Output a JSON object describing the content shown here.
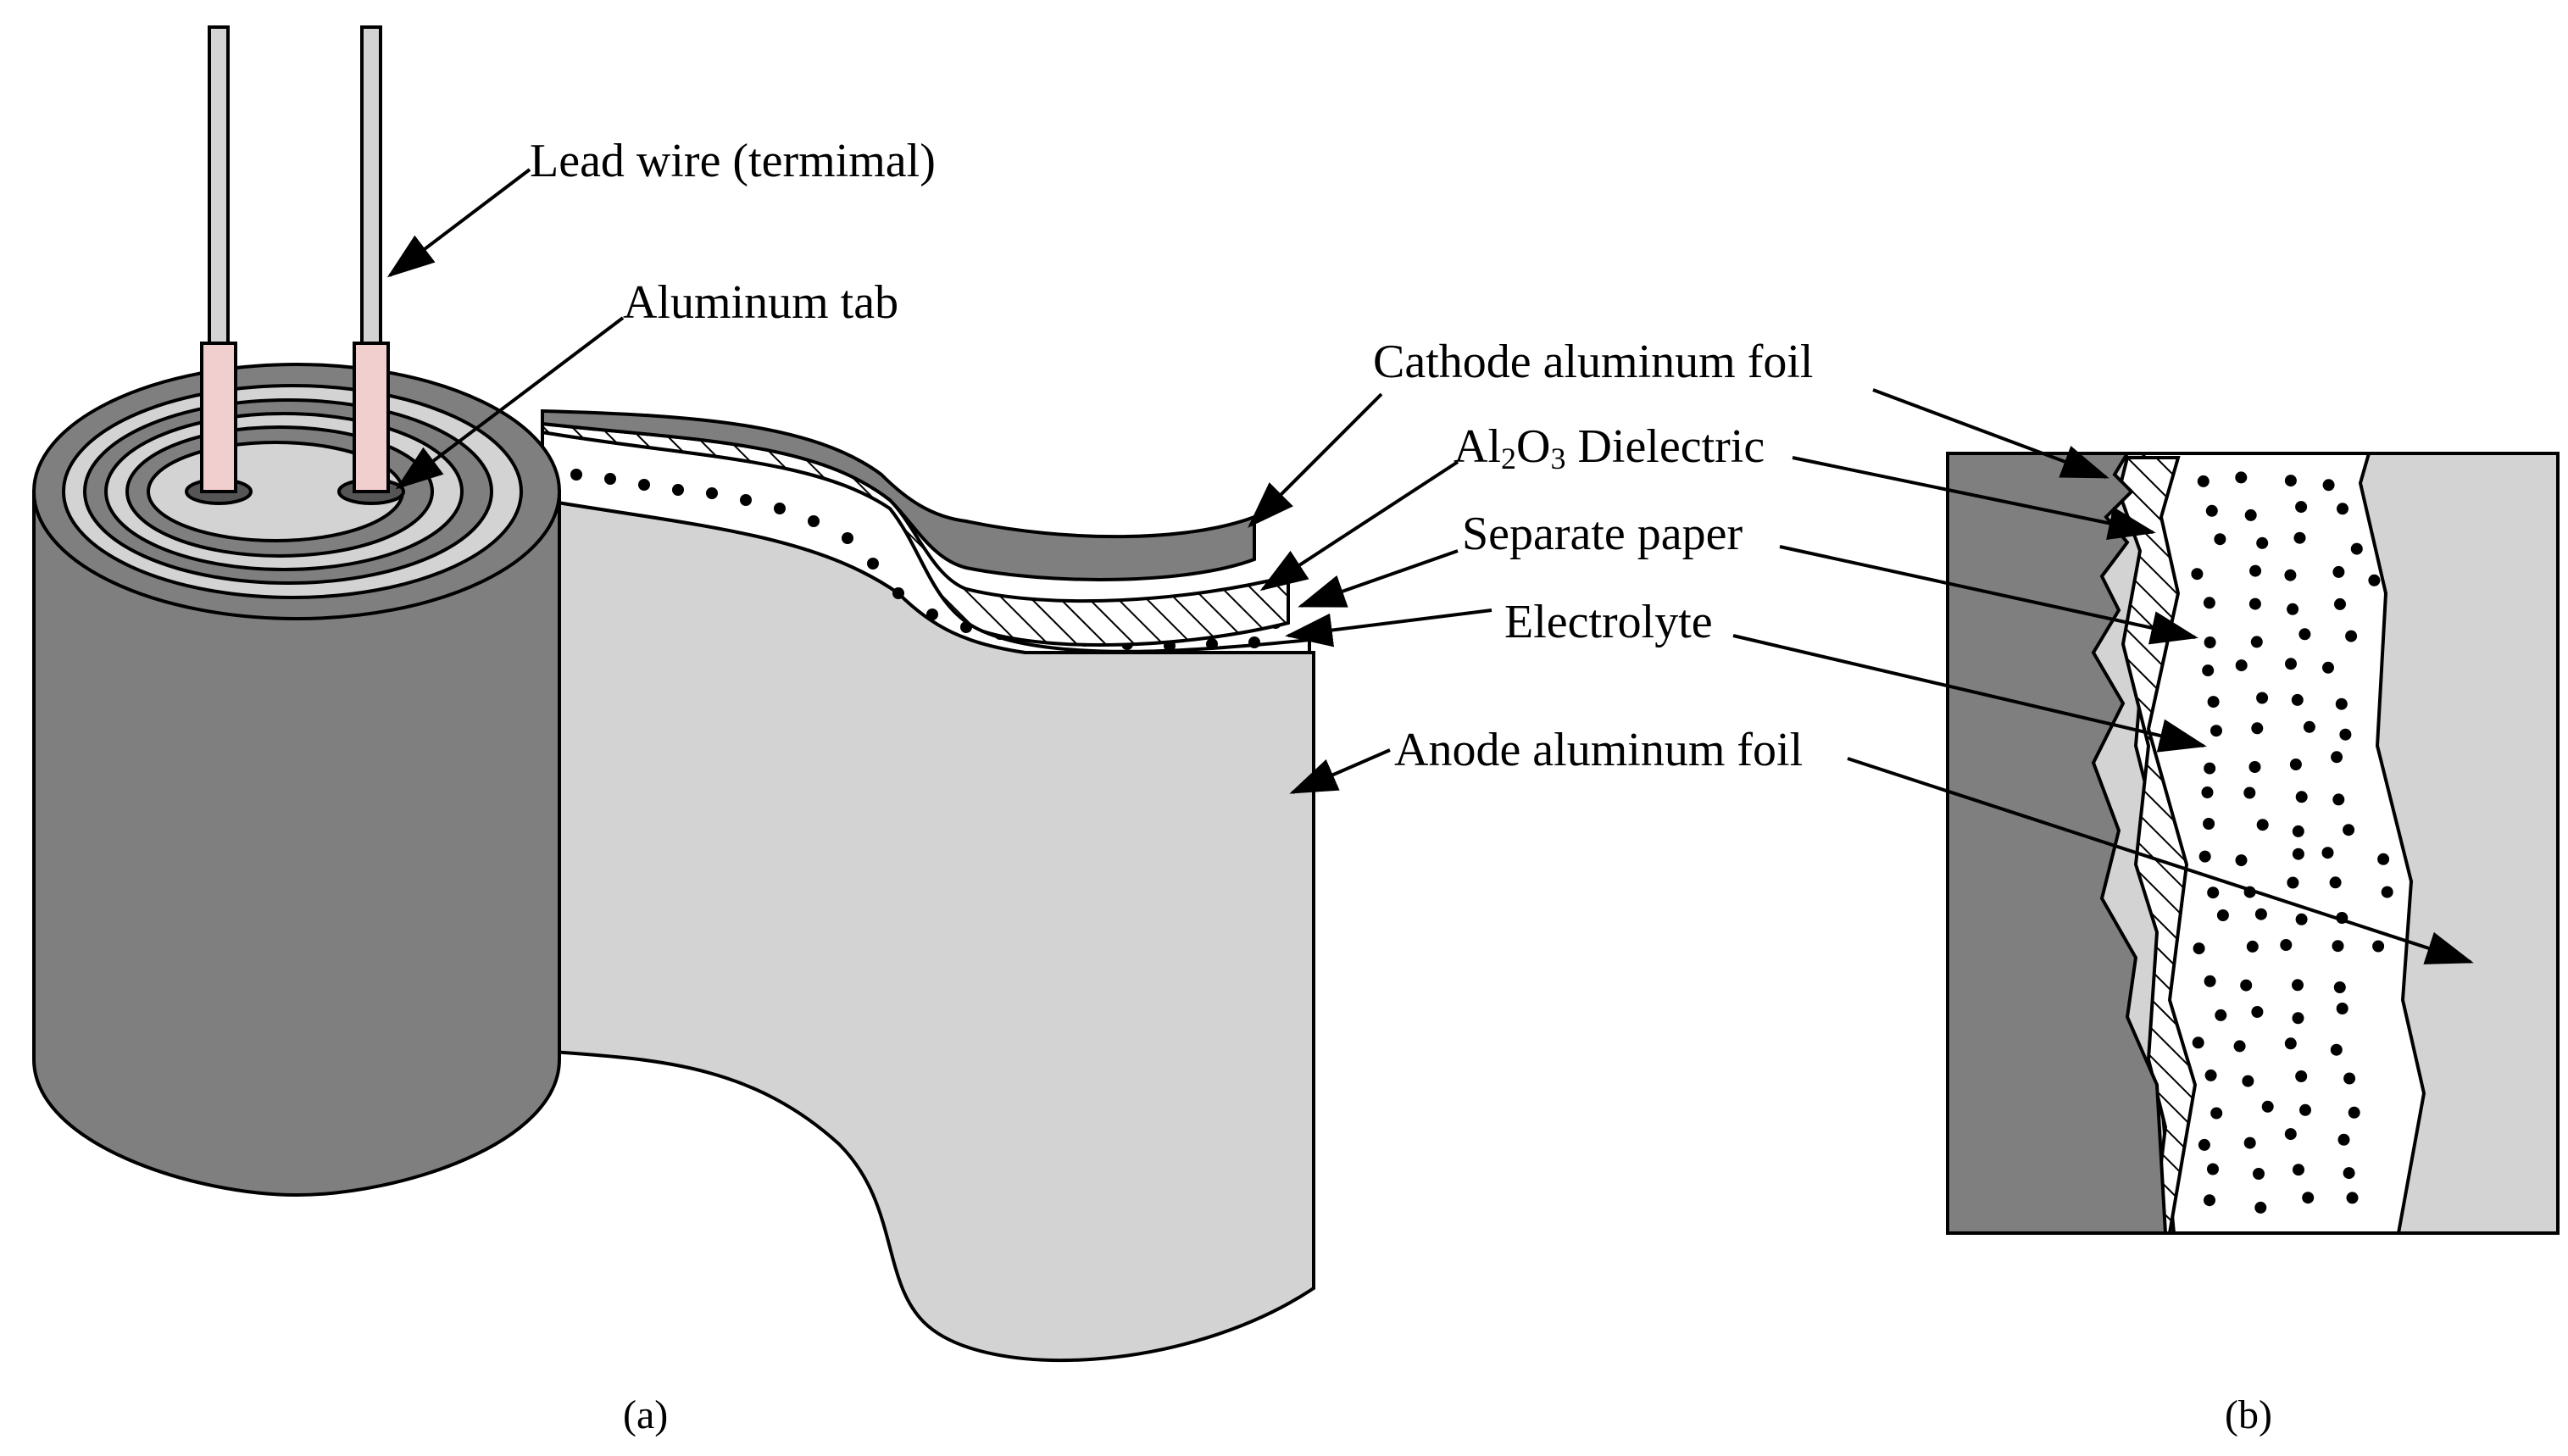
{
  "labels": {
    "lead_wire": "Lead wire (termimal)",
    "aluminum_tab": "Aluminum tab",
    "cathode_foil": "Cathode aluminum foil",
    "dielectric_prefix": "Al",
    "dielectric_sub1": "2",
    "dielectric_mid": "O",
    "dielectric_sub2": "3",
    "dielectric_suffix": " Dielectric",
    "separate_paper": "Separate paper",
    "electrolyte": "Electrolyte",
    "anode_foil": "Anode aluminum foil"
  },
  "captions": {
    "a": "(a)",
    "b": "(b)"
  },
  "colors": {
    "dark_gray": "#7f7f7f",
    "light_gray": "#d3d3d3",
    "tab_pink": "#f2cfcf",
    "white": "#ffffff",
    "black": "#000000"
  }
}
